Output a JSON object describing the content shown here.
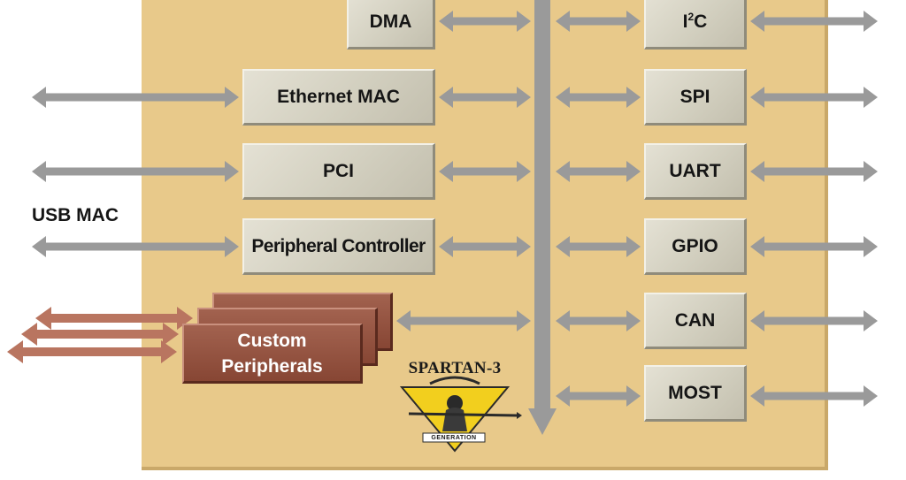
{
  "blocks": {
    "dma": "DMA",
    "ethernet_mac": "Ethernet MAC",
    "pci": "PCI",
    "peripheral_controller": "Peripheral Controller",
    "i2c_main": "I",
    "i2c_sup": "2",
    "i2c_end": "C",
    "spi": "SPI",
    "uart": "UART",
    "gpio": "GPIO",
    "can": "CAN",
    "most": "MOST"
  },
  "custom_peripherals": {
    "line1": "Custom",
    "line2": "Peripherals"
  },
  "external_labels": {
    "usb_mac": "USB MAC"
  },
  "logo": {
    "title": "SPARTAN-3",
    "subtitle": "GENERATION"
  },
  "colors": {
    "board": "#e8c98a",
    "block": "#d2cfbf",
    "custom_block": "#8a4a37",
    "arrow": "#9a9a9a",
    "custom_arrow": "#b97560",
    "logo_yellow": "#f2cf1e"
  }
}
